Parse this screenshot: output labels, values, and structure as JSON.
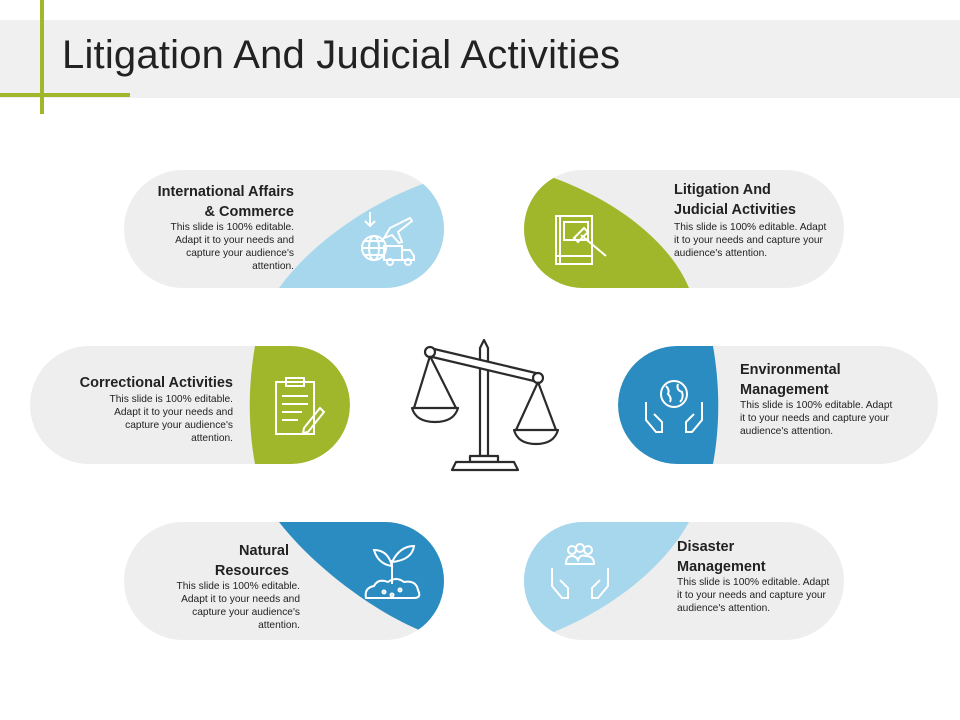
{
  "title": "Litigation And Judicial Activities",
  "colors": {
    "green": "#a0b62b",
    "lightblue": "#a6d7ec",
    "blue": "#2a8cc0",
    "card": "#eeeeee"
  },
  "cards": {
    "international": {
      "heading_line1": "International Affairs",
      "heading_line2": "& Commerce",
      "body": [
        "This slide is 100% editable.",
        "Adapt it to your needs and",
        "capture your audience's",
        "attention."
      ],
      "icon": "globe-plane-truck-icon"
    },
    "litigation": {
      "heading_line1": "Litigation And",
      "heading_line2": "Judicial Activities",
      "body": [
        "This slide is 100% editable.  Adapt",
        "it to your needs and capture your",
        "audience's attention."
      ],
      "icon": "gavel-book-icon"
    },
    "correctional": {
      "heading_line1": "Correctional Activities",
      "body": [
        "This slide is 100% editable.",
        "Adapt it to your needs and",
        "capture your audience's",
        "attention."
      ],
      "icon": "clipboard-pen-icon"
    },
    "environmental": {
      "heading_line1": "Environmental",
      "heading_line2": "Management",
      "body": [
        "This slide is 100% editable.  Adapt",
        "it to your needs and capture your",
        "audience's attention."
      ],
      "icon": "hands-globe-icon"
    },
    "natural": {
      "heading_line1": "Natural",
      "heading_line2": "Resources",
      "body": [
        "This slide is 100% editable.",
        "Adapt it to your needs and",
        "capture your audience's",
        "attention."
      ],
      "icon": "sprout-soil-icon"
    },
    "disaster": {
      "heading_line1": "Disaster",
      "heading_line2": "Management",
      "body": [
        "This slide is 100% editable.  Adapt",
        "it to your needs and capture your",
        "audience's attention."
      ],
      "icon": "hands-people-icon"
    }
  },
  "center_icon": "balance-scale-icon"
}
